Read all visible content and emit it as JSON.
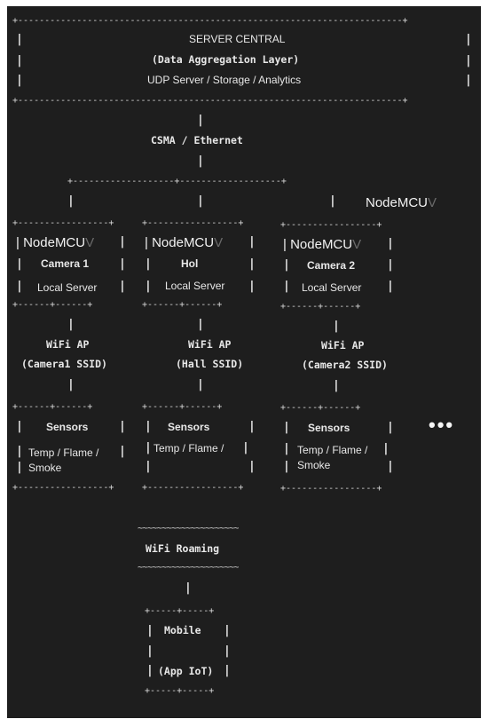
{
  "server": {
    "border_line": "+------------------------------------------------------------------------+",
    "title": "SERVER CENTRAL",
    "subtitle": "(Data Aggregation Layer)",
    "services": "UDP Server / Storage / Analytics"
  },
  "link": {
    "label": "CSMA / Ethernet",
    "branch_line": "+-------------------+-------------------+"
  },
  "nodes": [
    {
      "chip": "NodeMCU",
      "chip_tail": "V",
      "name": "Camera 1",
      "role": "Local Server",
      "ap": "WiFi AP",
      "ssid": "(Camera1 SSID)",
      "sensors_title": "Sensors",
      "sensors_line1": "Temp / Flame /",
      "sensors_line2": "Smoke"
    },
    {
      "chip": "NodeMCU",
      "chip_tail": "V",
      "name": "Hol",
      "role": "Local Server",
      "ap": "WiFi AP",
      "ssid": "(Hall SSID)",
      "sensors_title": "Sensors",
      "sensors_line1": "Temp / Flame /",
      "sensors_line2": ""
    },
    {
      "chip": "NodeMCU",
      "chip_tail": "V",
      "name": "Camera 2",
      "role": "Local Server",
      "ap": "WiFi AP",
      "ssid": "(Camera2 SSID)",
      "sensors_title": "Sensors",
      "sensors_line1": "Temp / Flame /",
      "sensors_line2": "Smoke"
    }
  ],
  "extra_chip": {
    "chip": "NodeMCU",
    "chip_tail": "V"
  },
  "box_border": "+-----------------+",
  "ap_border": "+------+------+",
  "more": "•••",
  "roaming": {
    "wave": "~~~~~~~~~~~~~~~~~~~~~",
    "label": "WiFi Roaming"
  },
  "mobile": {
    "border_line": "+-----+-----+",
    "title": "Mobile",
    "subtitle": "(App IoT)"
  }
}
